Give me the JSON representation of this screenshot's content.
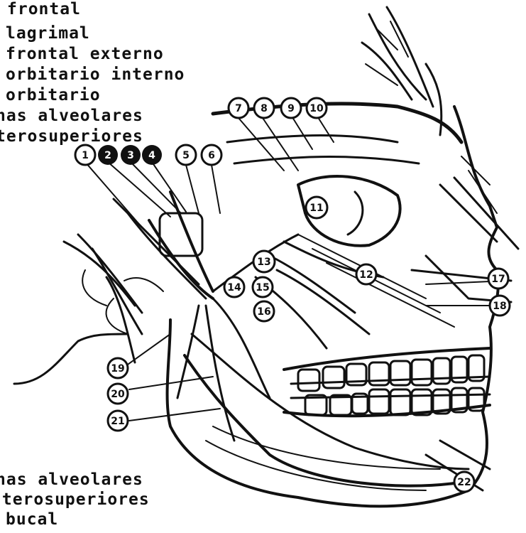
{
  "labels_top": [
    "frontal",
    "lagrimal",
    "frontal externo",
    "orbitario interno",
    "orbitario",
    "nas alveolares",
    "terosuperiores"
  ],
  "labels_bottom": [
    "nas alveolares",
    "sterosuperiores",
    "bucal"
  ],
  "callouts": [
    "1",
    "2",
    "3",
    "4",
    "5",
    "6",
    "7",
    "8",
    "9",
    "10",
    "11",
    "12",
    "13",
    "14",
    "15",
    "16",
    "17",
    "18",
    "19",
    "20",
    "21",
    "22"
  ],
  "colors": {
    "ink": "#111111",
    "paper": "#ffffff"
  }
}
